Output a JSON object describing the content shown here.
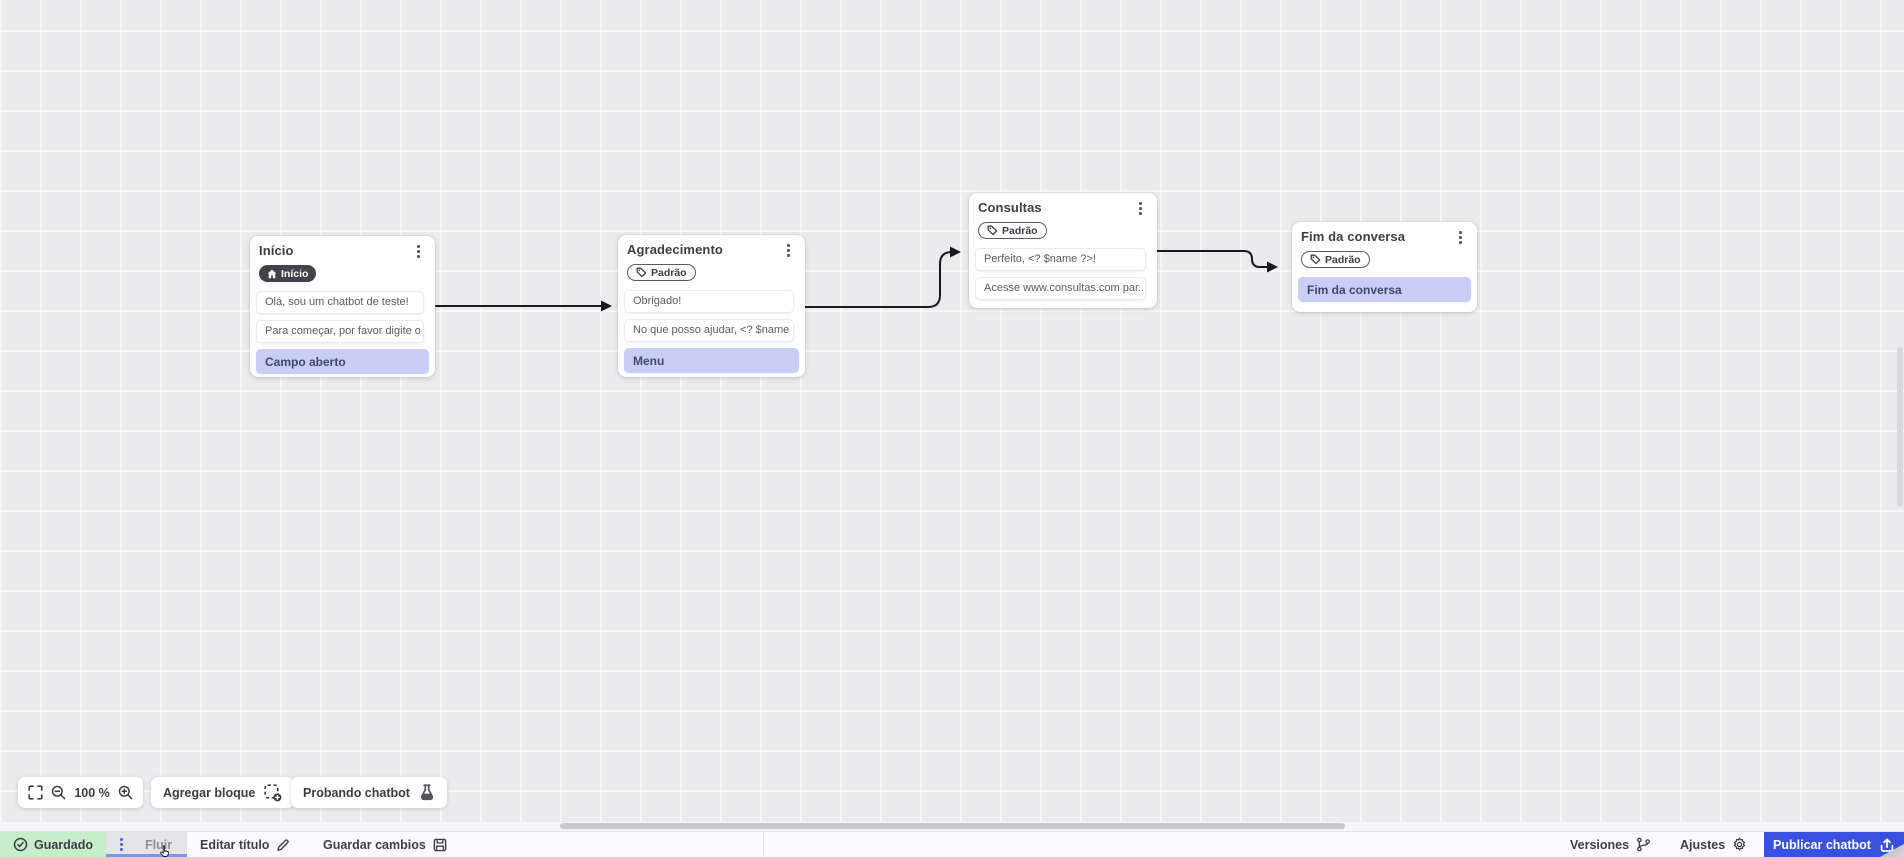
{
  "canvas": {
    "nodes": {
      "inicio": {
        "title": "Início",
        "badge": {
          "label": "Início",
          "style": "dark",
          "icon": "home-icon"
        },
        "cards": [
          {
            "text": "Olá, sou um chatbot de teste!",
            "highlight": false
          },
          {
            "text": "Para começar, por favor digite o ...",
            "highlight": false
          },
          {
            "text": "Campo aberto",
            "highlight": true
          }
        ]
      },
      "agradecimento": {
        "title": "Agradecimento",
        "badge": {
          "label": "Padrão",
          "style": "outline",
          "icon": "tag-icon"
        },
        "cards": [
          {
            "text": "Obrigado!",
            "highlight": false
          },
          {
            "text": "No que posso ajudar, <? $name ...",
            "highlight": false
          },
          {
            "text": "Menu",
            "highlight": true
          }
        ]
      },
      "consultas": {
        "title": "Consultas",
        "badge": {
          "label": "Padrão",
          "style": "outline",
          "icon": "tag-icon"
        },
        "cards": [
          {
            "text": "Perfeito, <? $name ?>!",
            "highlight": false
          },
          {
            "text": "Acesse www.consultas.com par...",
            "highlight": false
          }
        ]
      },
      "fim": {
        "title": "Fim da conversa",
        "badge": {
          "label": "Padrão",
          "style": "outline",
          "icon": "tag-icon"
        },
        "cards": [
          {
            "text": "Fim da conversa",
            "highlight": true
          }
        ]
      }
    },
    "edges": [
      {
        "from": "inicio",
        "to": "agradecimento"
      },
      {
        "from": "agradecimento",
        "to": "consultas"
      },
      {
        "from": "consultas",
        "to": "fim"
      }
    ]
  },
  "toolbar": {
    "zoom_level": "100 %",
    "fit_icon": "fit-screen-icon",
    "zoom_out_icon": "zoom-out-icon",
    "zoom_in_icon": "zoom-in-icon",
    "add_block_label": "Agregar bloque",
    "add_block_icon": "add-block-icon",
    "test_chatbot_label": "Probando chatbot",
    "test_chatbot_icon": "flask-icon"
  },
  "statusbar": {
    "saved_label": "Guardado",
    "saved_icon": "check-circle-icon",
    "flow_tab_label": "Fluir",
    "flow_tab_menu_icon": "kebab-menu-icon",
    "edit_title_label": "Editar título",
    "edit_title_icon": "pencil-icon",
    "save_changes_label": "Guardar cambios",
    "save_changes_icon": "save-icon",
    "versions_label": "Versiones",
    "versions_icon": "branch-icon",
    "settings_label": "Ajustes",
    "settings_icon": "gear-icon",
    "publish_label": "Publicar chatbot",
    "publish_icon": "upload-icon"
  },
  "colors": {
    "canvas_bg": "#ebebed",
    "node_bg": "#ffffff",
    "highlight_bg": "#c8cef6",
    "highlight_text": "#3f486f",
    "edge": "#19191d",
    "accent_blue": "#3a50de",
    "saved_green": "#c7ecc8",
    "tab_gray": "#e4e4e7",
    "tab_underline": "#8194da",
    "bar_bg": "#fbfbfd"
  }
}
